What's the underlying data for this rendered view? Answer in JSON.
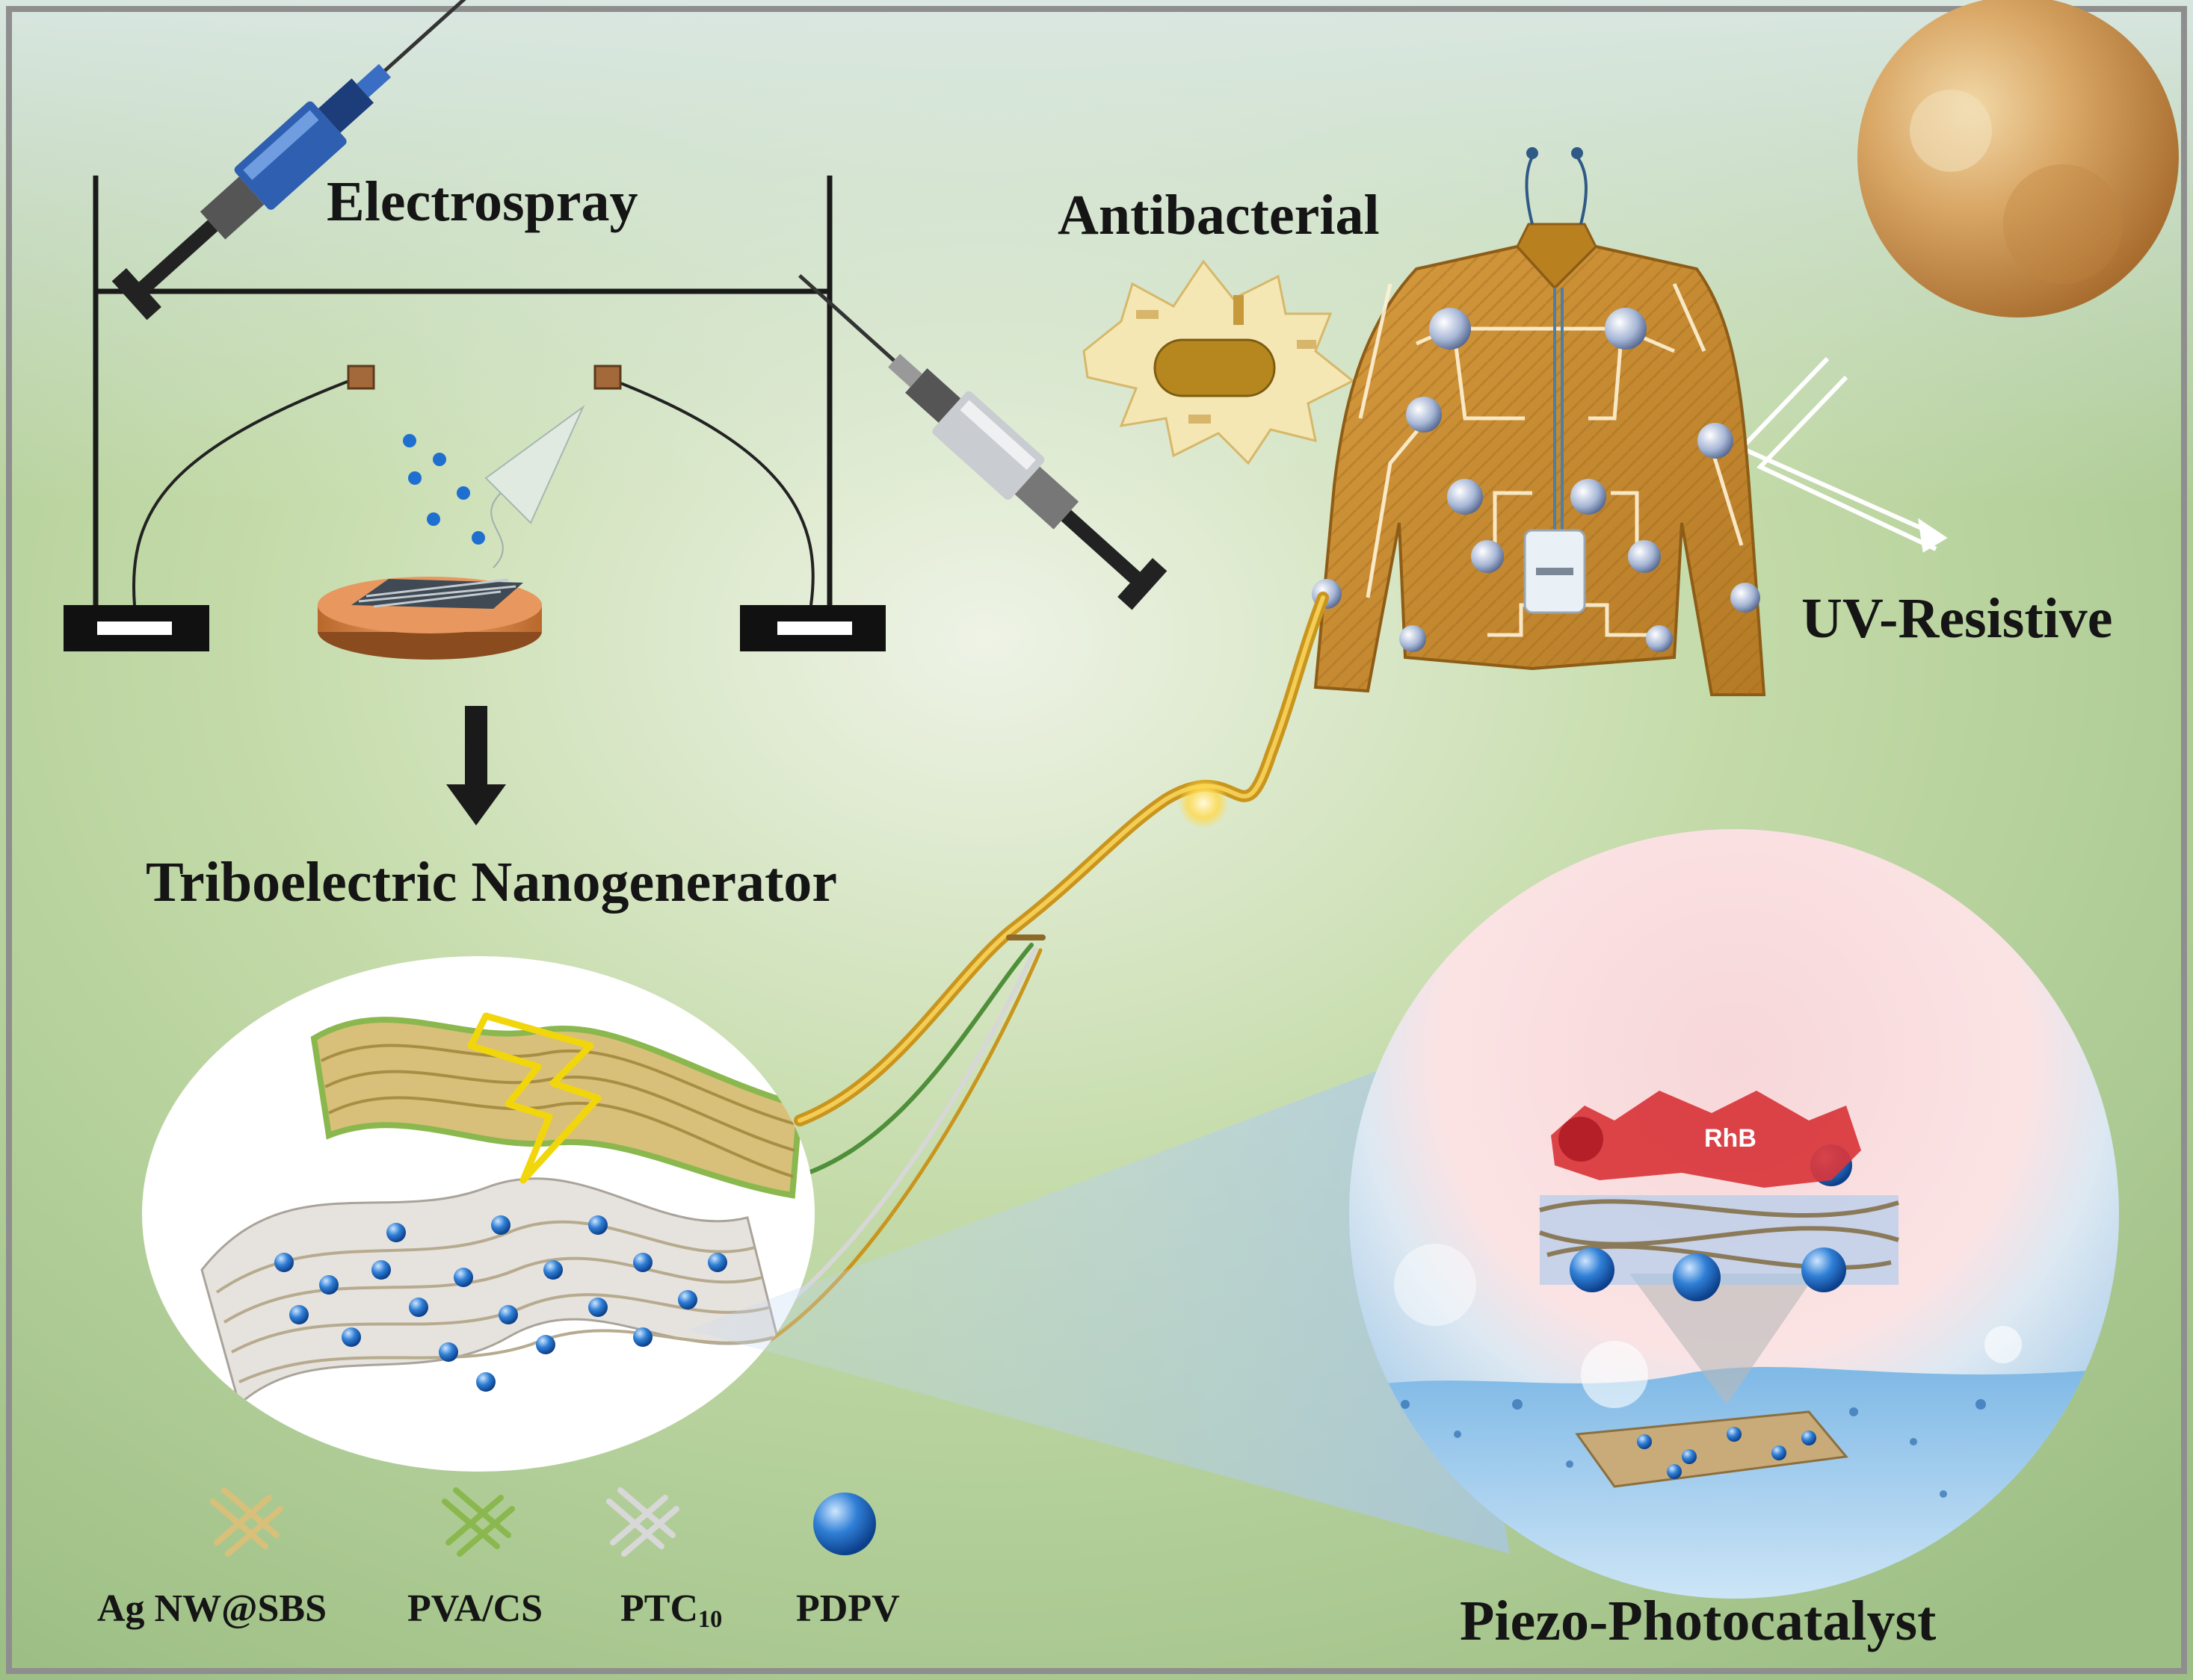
{
  "labels": {
    "electrospray": "Electrospray",
    "antibacterial": "Antibacterial",
    "uv_resistive": "UV-Resistive",
    "teng": "Triboelectric Nanogenerator",
    "piezo": "Piezo-Photocatalyst",
    "rhb": "RhB"
  },
  "legend": {
    "ag_nw_sbs": "Ag NW@SBS",
    "pva_cs": "PVA/CS",
    "ptc_base": "PTC",
    "ptc_sub": "10",
    "pdpv": "PDPV"
  },
  "icons": {
    "syringe_left": "syringe-icon",
    "syringe_right": "syringe-icon",
    "sun": "sun-icon",
    "bacteria": "bacteria-icon",
    "garment": "jacket-icon",
    "lightning": "lightning-icon",
    "arrow_down": "arrow-down-icon"
  },
  "colors": {
    "background_green": "#a9c98f",
    "frame": "#8e8e8e",
    "jacket": "#c98a2e",
    "fiber_ag": "#d8c07a",
    "fiber_pva": "#8ab84e",
    "fiber_ptc": "#d8d8d8",
    "pdpv_blue": "#2f7fd6",
    "syringe_blue": "#2e5fb0",
    "lightning_yellow": "#f2d60c",
    "rhb_red": "#d8353a",
    "water_blue": "#9fcdf0"
  }
}
